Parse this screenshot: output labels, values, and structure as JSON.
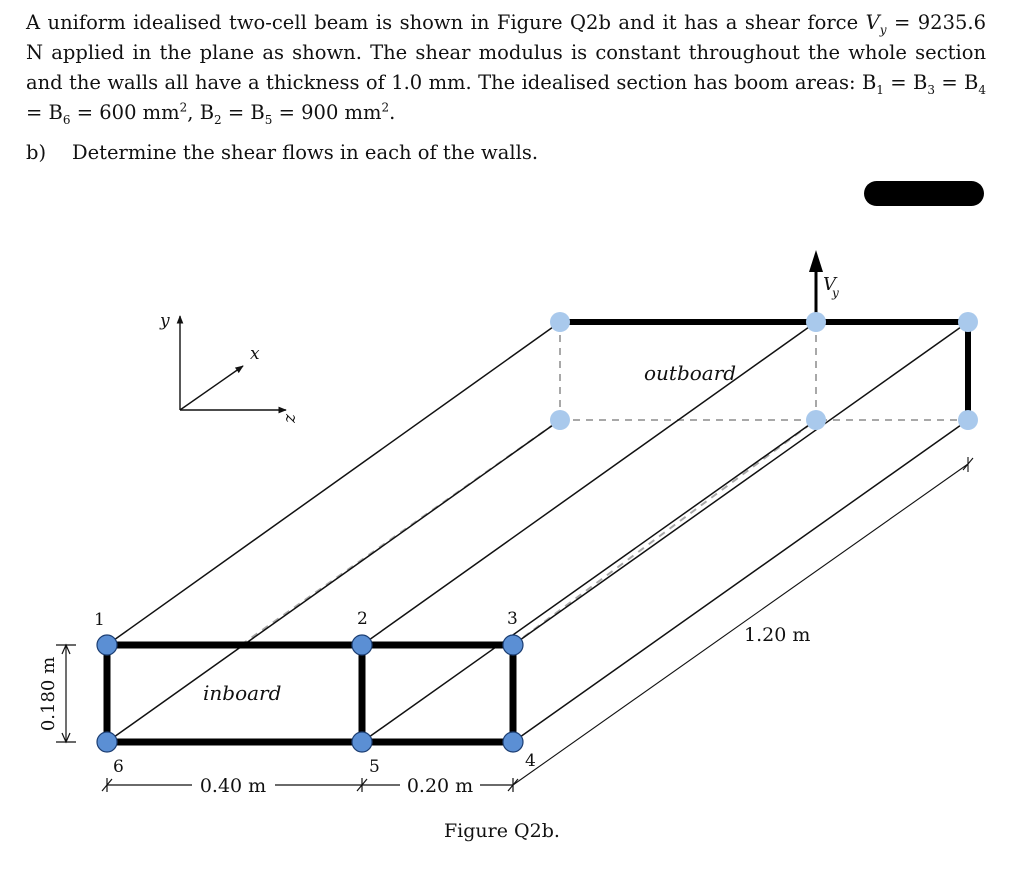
{
  "problem": {
    "line1_pre": "A uniform idealised two-cell beam is shown in Figure Q2b and it has a shear force ",
    "vy_symbol": "V",
    "vy_sub": "y",
    "vy_value": " = 9235.6",
    "line2": "N applied in the plane as shown. The shear modulus is constant throughout the whole section and the walls all have a thickness of 1.0 mm. The idealised section has boom areas: B",
    "b1_sub": "1",
    "eq_b3": " = B",
    "b3_sub": "3",
    "eq_b4": " = B",
    "b4_sub": "4",
    "eq_b6": " = B",
    "b6_sub": "6",
    "area1": " = 600 mm",
    "sup2a": "2",
    "comma": ", B",
    "b2_sub": "2",
    "eq_b5": " = B",
    "b5_sub": "5",
    "area2": " = 900 mm",
    "sup2b": "2",
    "end": "."
  },
  "question": {
    "label": "b)",
    "text": "Determine the shear flows in each of the walls."
  },
  "figure": {
    "caption": "Figure Q2b.",
    "axis_x": "x",
    "axis_y": "y",
    "axis_z": "z",
    "force_label": "V",
    "force_sub": "y",
    "inboard": "inboard",
    "outboard": "outboard",
    "boom_labels": [
      "1",
      "2",
      "3",
      "4",
      "5",
      "6"
    ],
    "dim_height": "0.180 m",
    "dim_width_left": "0.40 m",
    "dim_width_right": "0.20 m",
    "dim_length": "1.20 m",
    "colors": {
      "inboard_boom": "#5b8fd4",
      "outboard_boom": "#a9c9ec",
      "hidden_line": "#a8a8a8"
    }
  }
}
